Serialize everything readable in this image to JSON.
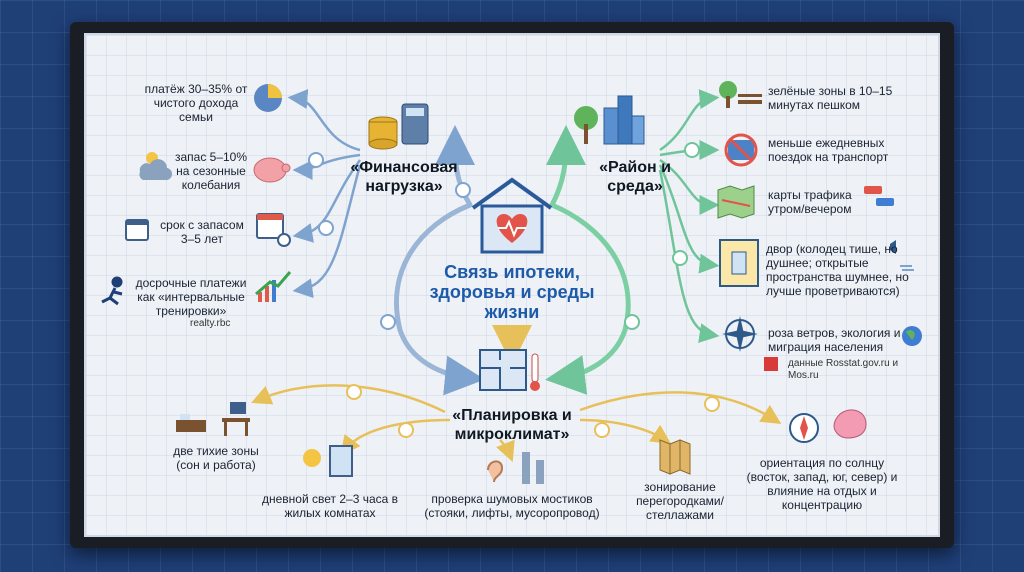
{
  "center": {
    "title": "Связь ипотеки, здоровья и среды жизни"
  },
  "branches": {
    "finance": {
      "title": "«Финансовая нагрузка»",
      "items": [
        "платёж 30–35% от чистого дохода семьи",
        "запас 5–10% на сезонные колебания",
        "срок с запасом 3–5 лет",
        "досрочные платежи как «интервальные тренировки»"
      ],
      "source": "realty.rbc"
    },
    "district": {
      "title": "«Район и среда»",
      "items": [
        "зелёные зоны в 10–15 минутах пешком",
        "меньше ежедневных поездок на транспорт",
        "карты трафика утром/вечером",
        "двор (колодец тише, но душнее; открытые пространства шумнее, но лучше проветриваются)",
        "роза ветров, экология и миграция населения"
      ],
      "source": "данные Rosstat.gov.ru и Mos.ru"
    },
    "layout": {
      "title": "«Планировка и микроклимат»",
      "items": [
        "две тихие зоны (сон и работа)",
        "дневной свет 2–3 часа в жилых комнатах",
        "проверка шумовых мостиков (стояки, лифты, мусоропровод)",
        "зонирование перегородками/ стеллажами",
        "ориентация по солнцу (восток, запад, юг, север) и влияние на отдых и концентрацию"
      ]
    }
  },
  "colors": {
    "finance": "#7fa3cf",
    "district": "#6fc49a",
    "layout": "#e8c05a",
    "title": "#1d5aa8"
  }
}
